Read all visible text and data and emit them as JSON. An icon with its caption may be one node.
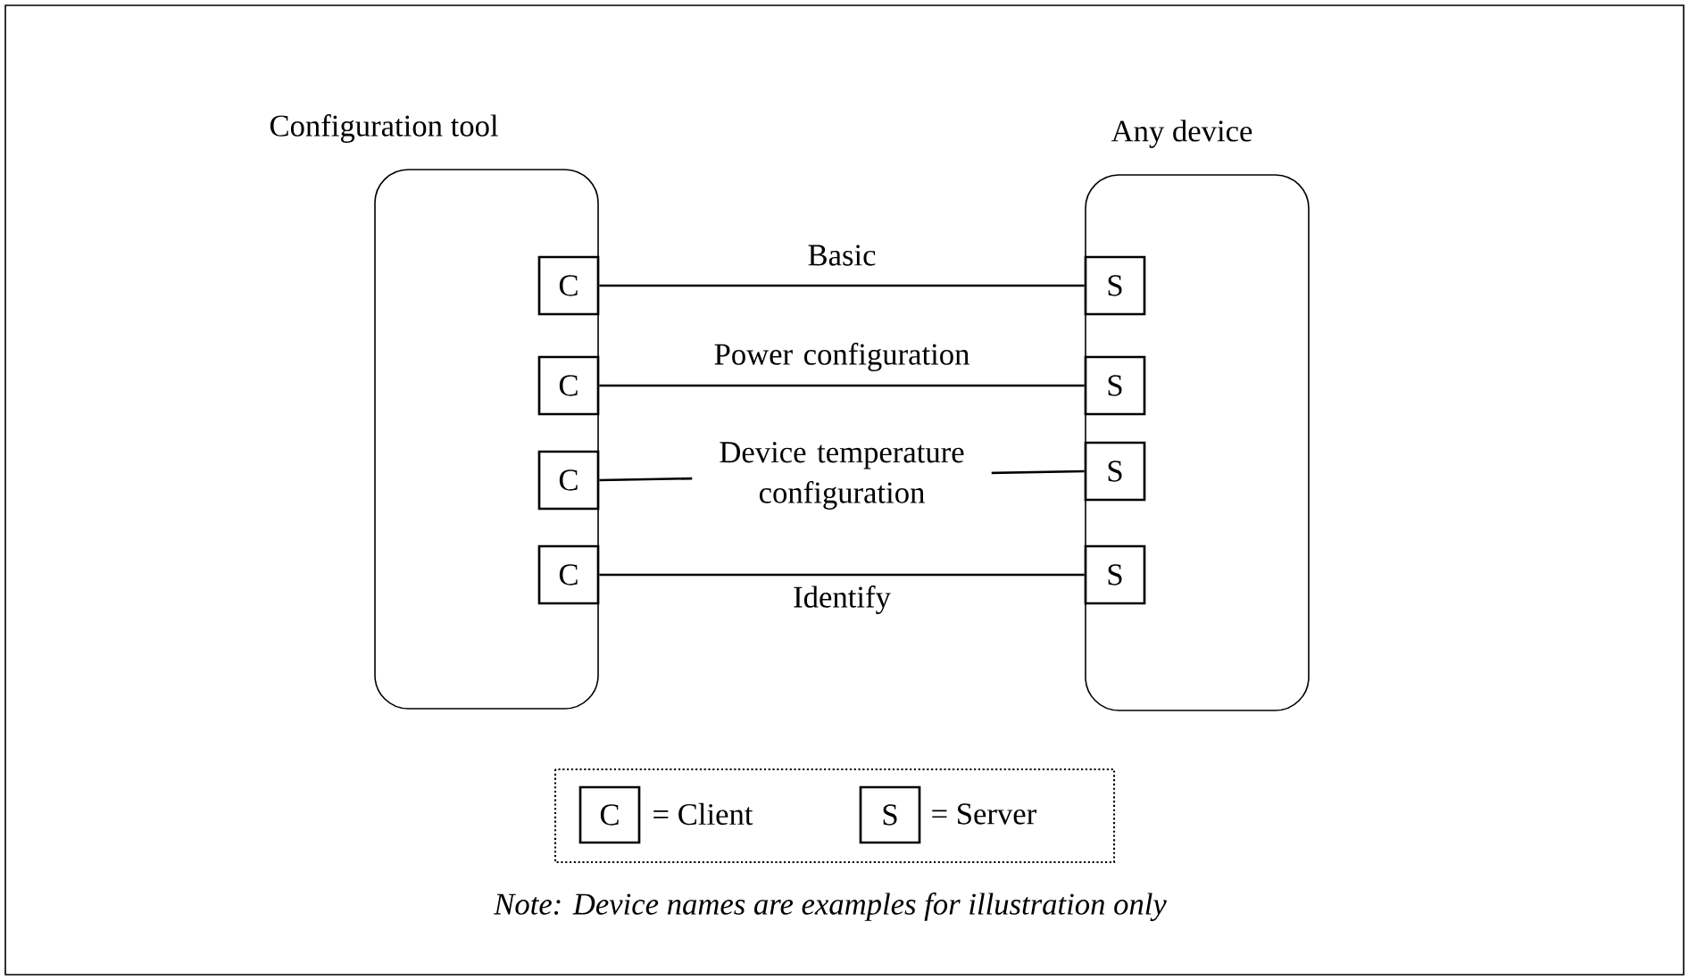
{
  "diagram": {
    "caption": "Note: Device names are examples for illustration only",
    "nodes": [
      {
        "text": [
          "Configuration tool"
        ]
      },
      {
        "text": [
          "Any device"
        ]
      },
      {
        "text": [
          "C"
        ],
        "in": 0
      },
      {
        "text": [
          "C"
        ],
        "in": 0
      },
      {
        "text": [
          "C"
        ],
        "in": 0
      },
      {
        "text": [
          "C"
        ],
        "in": 0
      },
      {
        "text": [
          "S"
        ],
        "in": 1
      },
      {
        "text": [
          "S"
        ],
        "in": 1
      },
      {
        "text": [
          "S"
        ],
        "in": 1
      },
      {
        "text": [
          "S"
        ],
        "in": 1
      }
    ],
    "edges": [
      {
        "from": 2,
        "to": 6,
        "arrow": "none",
        "label": "Basic"
      },
      {
        "from": 3,
        "to": 7,
        "arrow": "none",
        "label": "Power configuration"
      },
      {
        "from": 4,
        "to": 8,
        "arrow": "none",
        "label": "Device temperature configuration"
      },
      {
        "from": 5,
        "to": 9,
        "arrow": "none",
        "label": "Identify"
      }
    ],
    "labels": [
      "C",
      "S"
    ],
    "legend": [
      {
        "text": "= Client"
      },
      {
        "text": "= Server"
      }
    ]
  }
}
